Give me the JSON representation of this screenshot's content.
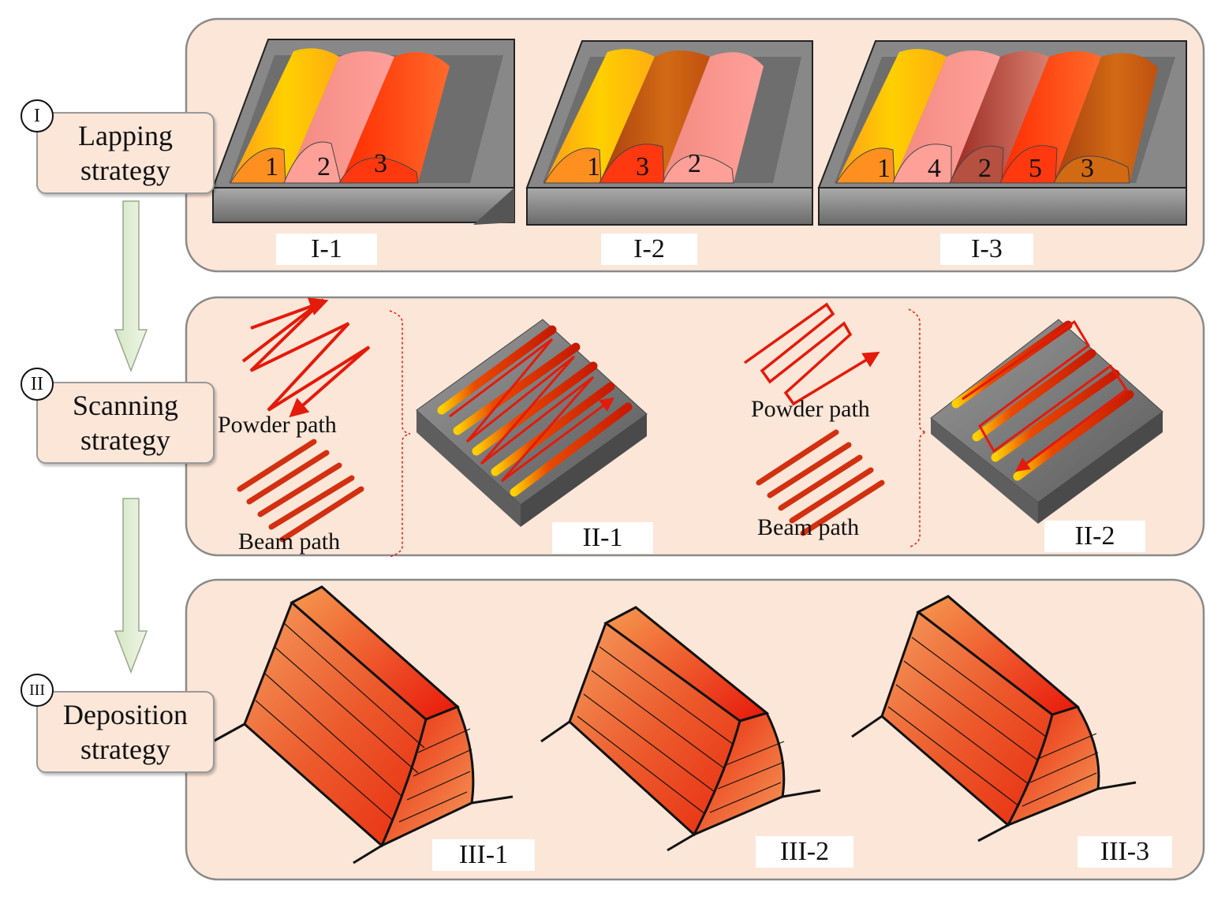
{
  "stages": [
    {
      "num": "I",
      "line1": "Lapping",
      "line2": "strategy"
    },
    {
      "num": "II",
      "line1": "Scanning",
      "line2": "strategy"
    },
    {
      "num": "III",
      "line1": "Deposition",
      "line2": "strategy"
    }
  ],
  "lapping": {
    "labels": [
      "I-1",
      "I-2",
      "I-3"
    ],
    "i1_tracks": [
      "1",
      "2",
      "3"
    ],
    "i2_tracks": [
      "1",
      "3",
      "2"
    ],
    "i3_tracks": [
      "1",
      "4",
      "2",
      "5",
      "3"
    ]
  },
  "scanning": {
    "labels": [
      "II-1",
      "II-2"
    ],
    "powder_path": "Powder path",
    "beam_path": "Beam path"
  },
  "deposition": {
    "labels": [
      "III-1",
      "III-2",
      "III-3"
    ]
  },
  "colors": {
    "panel_fill": "#fbe6d8",
    "panel_border": "#8a8a8a",
    "arrow_fill": "#e3efd6",
    "track_red": "#e8250a",
    "track_yellow": "#ffc800",
    "track_pink": "#f79a8e",
    "track_brown": "#c05a14",
    "substrate": "#7a7a7a"
  }
}
